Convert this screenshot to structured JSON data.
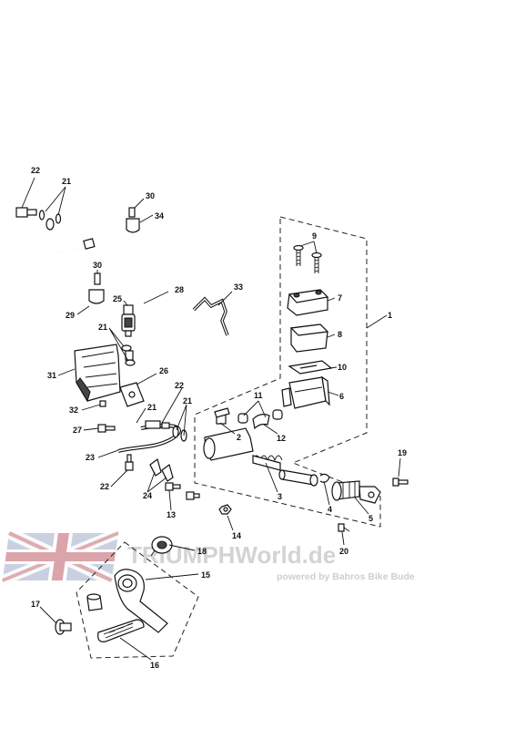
{
  "callouts": {
    "c1": "1",
    "c2": "2",
    "c3": "3",
    "c4": "4",
    "c5": "5",
    "c6": "6",
    "c7": "7",
    "c8": "8",
    "c9": "9",
    "c10": "10",
    "c11": "11",
    "c12": "12",
    "c13": "13",
    "c14": "14",
    "c15": "15",
    "c16": "16",
    "c17": "17",
    "c18": "18",
    "c19": "19",
    "c20": "20",
    "c21a": "21",
    "c21b": "21",
    "c21c": "21",
    "c21d": "21",
    "c22a": "22",
    "c22b": "22",
    "c22c": "22",
    "c23": "23",
    "c24": "24",
    "c25": "25",
    "c26": "26",
    "c27": "27",
    "c28": "28",
    "c29": "29",
    "c30a": "30",
    "c30b": "30",
    "c31": "31",
    "c32": "32",
    "c33": "33",
    "c34": "34"
  },
  "watermark": {
    "title": "TRIUMPHWorld.de",
    "subtitle": "powered by Bahros Bike Bude",
    "flag_colors": {
      "red": "#d9a0a6",
      "blue": "#a9b3c9",
      "white": "#ffffff"
    }
  }
}
